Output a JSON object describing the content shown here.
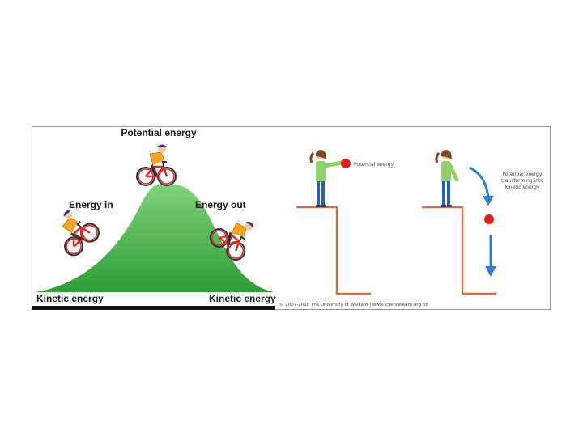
{
  "left_panel": {
    "labels": {
      "top": "Potential energy",
      "left": "Energy in",
      "right": "Energy out",
      "bottom_left": "Kinetic energy",
      "bottom_right": "Kinetic energy"
    },
    "colors": {
      "hill": "#3fae3f",
      "hill_light": "#8fd68a",
      "bike_frame": "#d62f2f",
      "jersey": "#f3a52a",
      "helmet": "#2a3f8f"
    }
  },
  "right_panel": {
    "labels": {
      "girl_left_caption": "Potential energy",
      "girl_right_caption_line1": "Potential energy",
      "girl_right_caption_line2": "transforming into",
      "girl_right_caption_line3": "kinetic energy"
    },
    "copyright": "© 2007-2010 The University of Waikato | www.sciencelearn.org.nz",
    "colors": {
      "ball": "#e02020",
      "arrow": "#2f7fd0",
      "ledge": "#c8734a",
      "shirt": "#8fd06a",
      "jeans": "#2f5fa8"
    }
  }
}
